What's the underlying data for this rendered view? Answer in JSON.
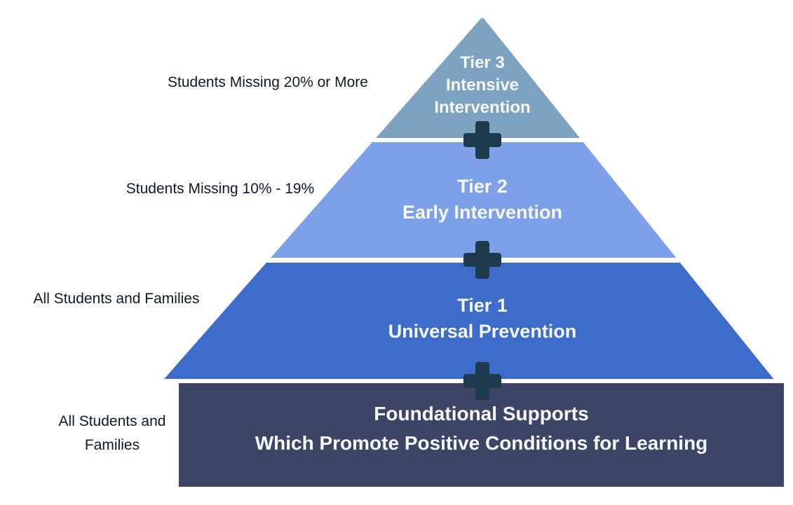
{
  "diagram": {
    "type": "tiered-pyramid",
    "side_labels": [
      "Students Missing 20% or More",
      "Students Missing 10% - 19%",
      "All Students and Families",
      "All Students and\nFamilies"
    ],
    "tiers": [
      {
        "label": "Tier 3",
        "description": "Intensive Intervention",
        "color": "#7ea2c2"
      },
      {
        "label": "Tier 2",
        "description": "Early Intervention",
        "color": "#7da0e8"
      },
      {
        "label": "Tier 1",
        "description": "Universal Prevention",
        "color": "#3e6cca"
      },
      {
        "label": "Foundational Supports",
        "description": "Which Promote Positive Conditions for Learning",
        "color": "#3d4566"
      }
    ],
    "icons": {
      "connector": "plus-icon",
      "connector_color": "#1d3b4c"
    },
    "text_colors": {
      "tier_text": "#f7f8fb",
      "side_label": "#0e1a2b"
    }
  }
}
